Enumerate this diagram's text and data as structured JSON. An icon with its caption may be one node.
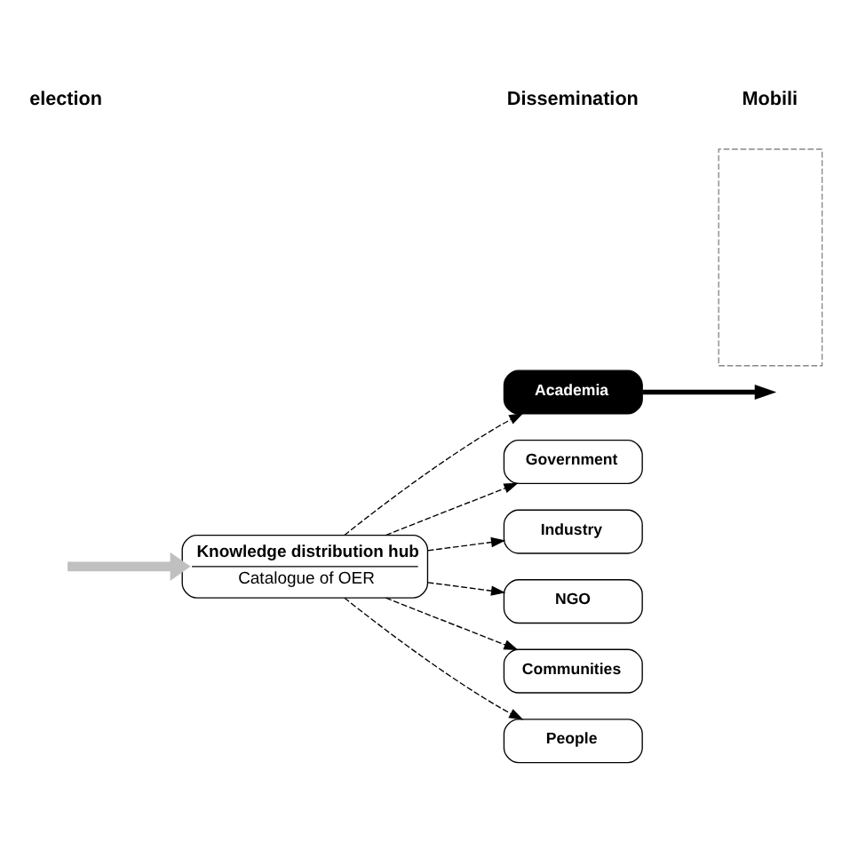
{
  "diagram": {
    "nodes": [
      {
        "text": [
          "Knowledge distribution hub",
          "Catalogue of OER"
        ]
      },
      {
        "text": [
          "Academia"
        ]
      },
      {
        "text": [
          "Government"
        ]
      },
      {
        "text": [
          "Industry"
        ]
      },
      {
        "text": [
          "NGO"
        ]
      },
      {
        "text": [
          "Communities"
        ]
      },
      {
        "text": [
          "People"
        ]
      },
      {
        "text": [],
        "shape": "box"
      }
    ],
    "edges": [
      {
        "from": null,
        "to": 0,
        "arrow": "to",
        "style": "thick",
        "color": "#c0c0c0"
      },
      {
        "from": 0,
        "to": 1,
        "arrow": "to",
        "style": "dashed"
      },
      {
        "from": 0,
        "to": 2,
        "arrow": "to",
        "style": "dashed"
      },
      {
        "from": 0,
        "to": 3,
        "arrow": "to",
        "style": "dashed"
      },
      {
        "from": 0,
        "to": 4,
        "arrow": "to",
        "style": "dashed"
      },
      {
        "from": 0,
        "to": 5,
        "arrow": "to",
        "style": "dashed"
      },
      {
        "from": 0,
        "to": 6,
        "arrow": "to",
        "style": "dashed"
      },
      {
        "from": 1,
        "to": null,
        "arrow": "to",
        "style": "thick"
      }
    ],
    "labels": [
      "election",
      "Dissemination",
      "Mobili"
    ]
  }
}
